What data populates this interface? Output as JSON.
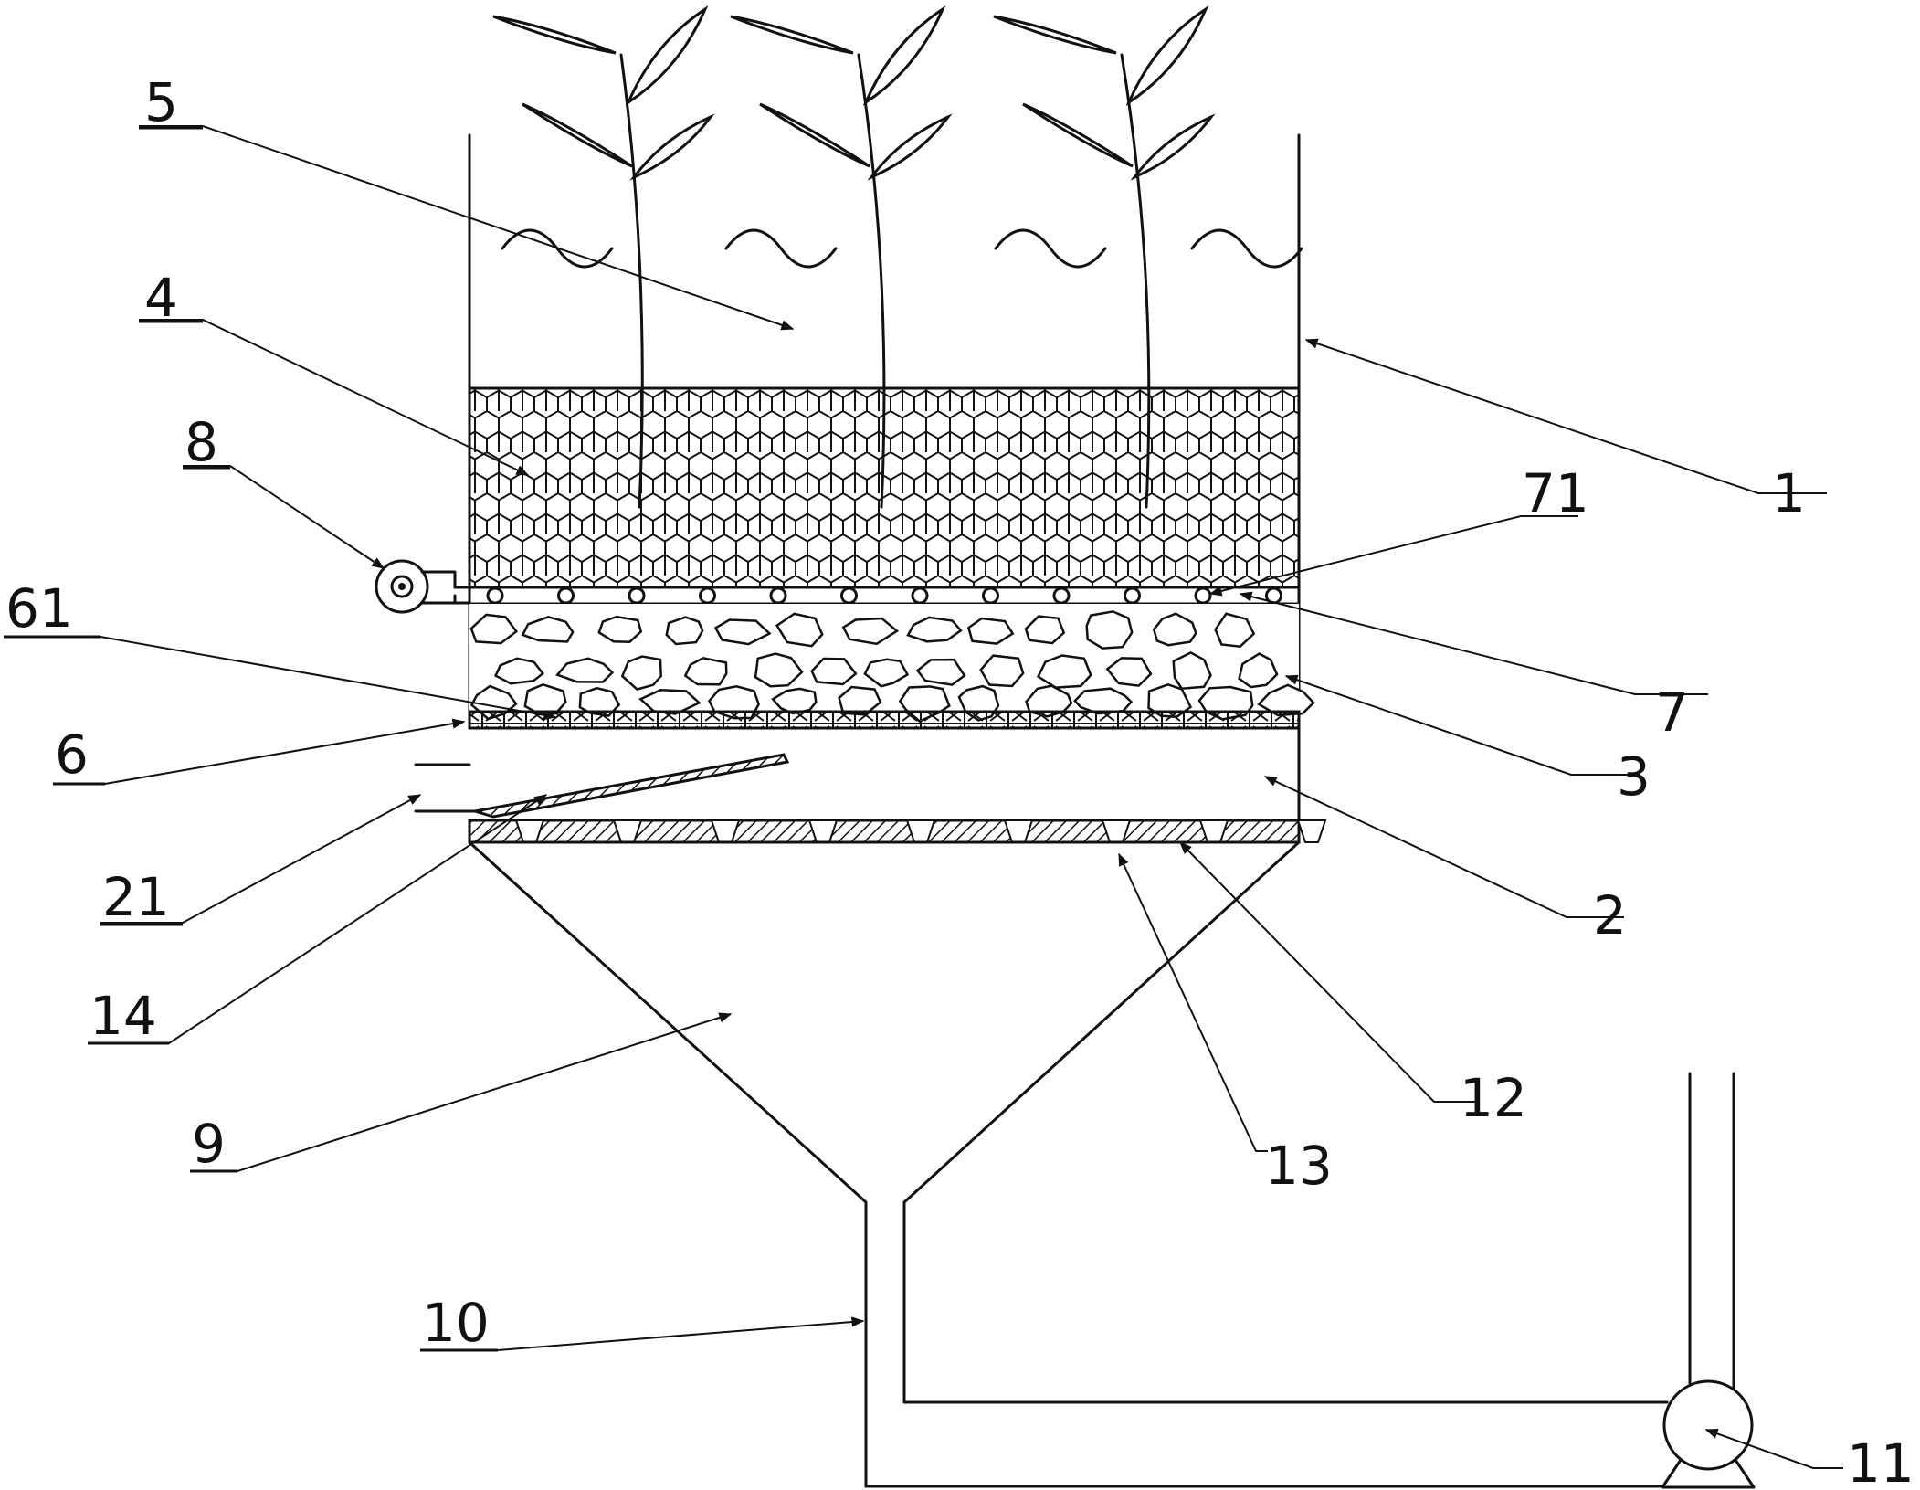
{
  "labels": {
    "l1": "1",
    "l2": "2",
    "l3": "3",
    "l4": "4",
    "l5": "5",
    "l6": "6",
    "l7": "7",
    "l8": "8",
    "l9": "9",
    "l10": "10",
    "l11": "11",
    "l12": "12",
    "l13": "13",
    "l14": "14",
    "l21": "21",
    "l61": "61",
    "l71": "71"
  }
}
